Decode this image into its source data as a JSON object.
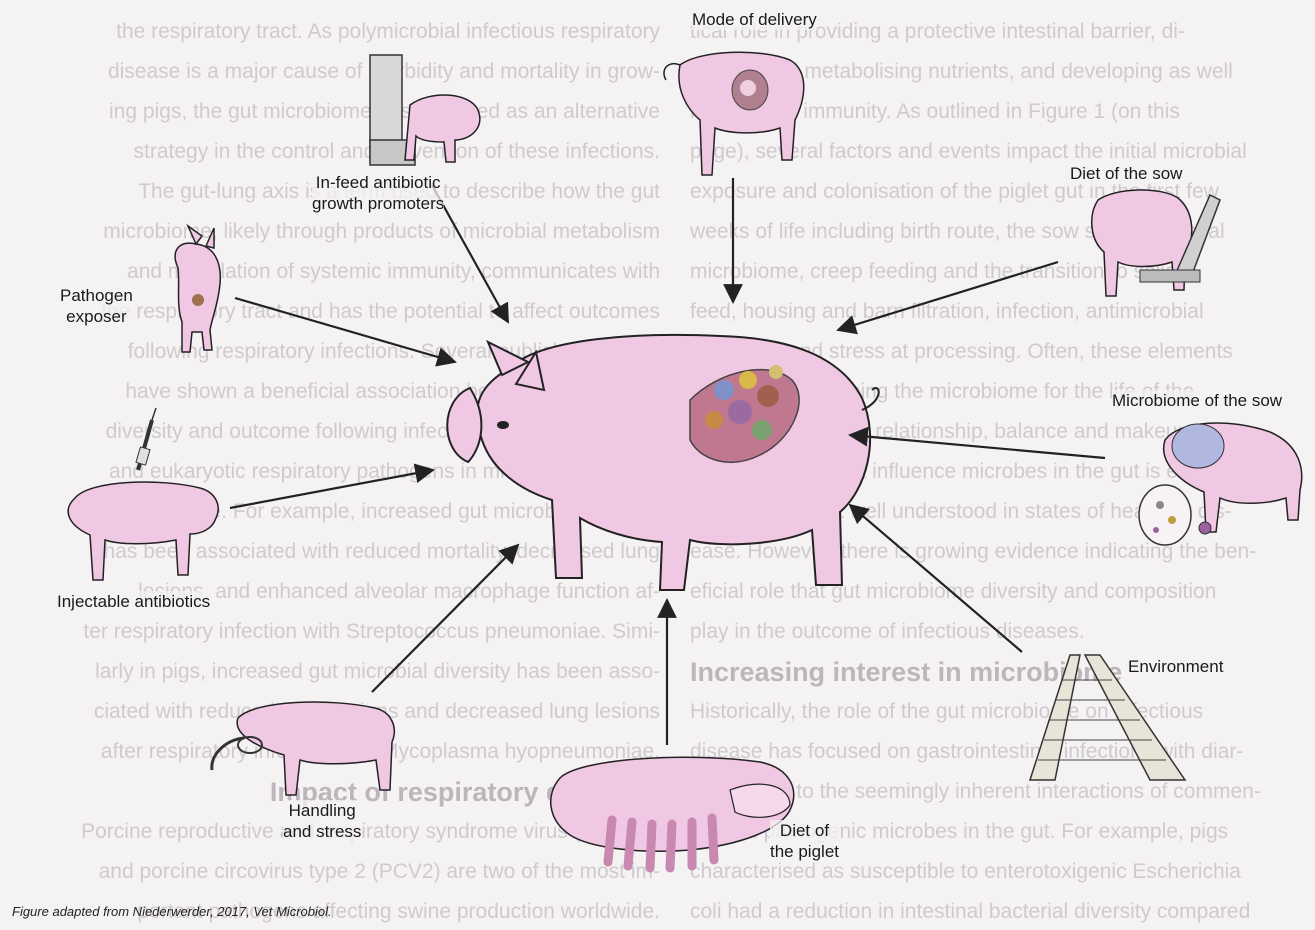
{
  "diagram": {
    "factors": {
      "mode_of_delivery": "Mode of delivery",
      "in_feed_antibiotic": [
        "In-feed antibiotic",
        "growth promoters"
      ],
      "diet_of_sow": "Diet of the sow",
      "pathogen_exposer": [
        "Pathogen",
        "exposer"
      ],
      "microbiome_of_sow": "Microbiome of the sow",
      "injectable_antibiotics": "Injectable antibiotics",
      "environment": "Environment",
      "handling_and_stress": [
        "Handling",
        "and stress"
      ],
      "diet_of_piglet": [
        "Diet of",
        "the piglet"
      ]
    },
    "caption": "Figure adapted from Niederwerder, 2017, Vet Microbiol."
  },
  "background_text": {
    "left": [
      "the respiratory tract. As polymicrobial infectious respiratory",
      "disease is a major cause of morbidity and mortality in grow-",
      "ing pigs, the gut microbiome has emerged as an alternative",
      "strategy in the control and prevention of these infections.",
      "The gut-lung axis is a term used to describe how the gut",
      "microbiome, likely through products of microbial metabolism",
      "and modulation of systemic immunity, communicates with",
      "the respiratory tract and has the potential to affect outcomes",
      "following respiratory infections. Several published studies",
      "have shown a beneficial association between microbiome",
      "diversity and outcome following infection with viral, bacterial",
      "and eukaryotic respiratory pathogens in mice models of hu-",
      "man disease. For example, increased gut microbial diversity",
      "has been associated with reduced mortality, decreased lung",
      "lesions, and enhanced alveolar macrophage function af-",
      "ter respiratory infection with Streptococcus pneumoniae. Simi-",
      "larly in pigs, increased gut microbial diversity has been asso-",
      "ciated with reduced clinical signs and decreased lung lesions",
      "after respiratory infection with Mycoplasma hyopneumoniae."
    ],
    "left_heading": "Impact of respiratory diseases",
    "left_after": [
      "Porcine reproductive and respiratory syndrome virus (PRRSV)",
      "and porcine circovirus type 2 (PCV2) are two of the most im-",
      "portant pathogens affecting swine production worldwide."
    ],
    "right": [
      "tical role in providing a protective intestinal barrier, di-",
      "gesting and metabolising nutrients, and developing as well",
      "maintaining immunity. As outlined in Figure 1 (on this",
      "page), several factors and events impact the initial microbial",
      "exposure and colonisation of the piglet gut in the first few",
      "weeks of life including birth route, the sow skin and faecal",
      "microbiome, creep feeding and the transition to solid",
      "feed, housing and barn filtration, infection, antimicrobial",
      "exposure, and stress at processing. Often, these elements",
      "play a role in shaping the microbiome for the life of the",
      "production pig. The relationship, balance and makeup of",
      "how these bacteria influence microbes in the gut is extremely",
      "complex and not well understood in states of health or dis-",
      "ease. However, there is growing evidence indicating the ben-",
      "eficial role that gut microbiome diversity and composition",
      "play in the outcome of infectious diseases."
    ],
    "right_heading": "Increasing interest in microbiome",
    "right_after": [
      "Historically, the role of the gut microbiome on infectious",
      "disease has focused on gastrointestinal infections with diar-",
      "rhoea, due to the seemingly inherent interactions of commen-",
      "sal and pathogenic microbes in the gut. For example, pigs",
      "characterised as susceptible to enterotoxigenic Escherichia",
      "coli had a reduction in intestinal bacterial diversity compared"
    ]
  }
}
